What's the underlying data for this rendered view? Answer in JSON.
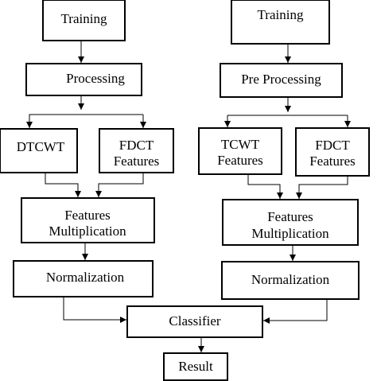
{
  "diagram": {
    "left": {
      "training": "Training",
      "processing": "Processing",
      "dtcwt": "DTCWT",
      "fdct_line1": "FDCT",
      "fdct_line2": "Features",
      "feat_mult_line1": "Features",
      "feat_mult_line2": "Multiplication",
      "normalization": "Normalization"
    },
    "right": {
      "training": "Training",
      "preprocessing": "Pre Processing",
      "tcwt_line1": "TCWT",
      "tcwt_line2": "Features",
      "fdct_line1": "FDCT",
      "fdct_line2": "Features",
      "feat_mult_line1": "Features",
      "feat_mult_line2": "Multiplication",
      "normalization": "Normalization"
    },
    "classifier": "Classifier",
    "result": "Result"
  }
}
